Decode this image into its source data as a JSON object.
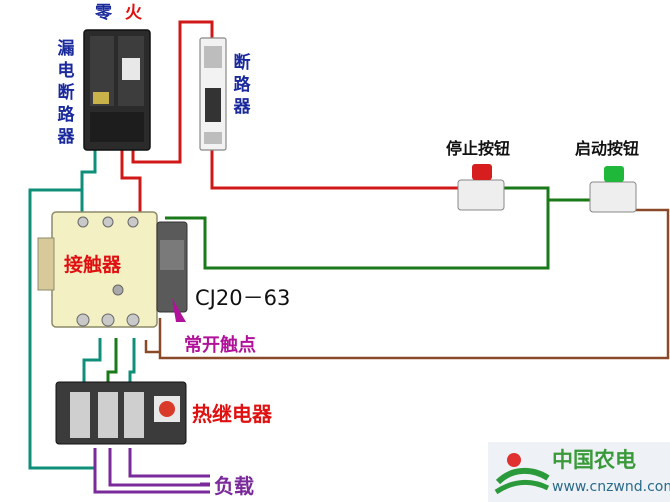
{
  "labels": {
    "neutral": "零",
    "live": "火",
    "leakage_breaker": "漏电断路器",
    "breaker": "断路器",
    "stop_button": "停止按钮",
    "start_button": "启动按钮",
    "contactor": "接触器",
    "model": "CJ20－63",
    "no_contact": "常开触点",
    "thermal_relay": "热继电器",
    "load": "负载"
  },
  "watermark": {
    "site_name": "中国农电",
    "url": "www.cnzwnd.com"
  },
  "colors": {
    "label_blue": "#1a2a9c",
    "label_red": "#e01010",
    "label_purple": "#b0129a",
    "wire_red": "#d01818",
    "wire_green": "#1a7a1a",
    "wire_teal": "#0f8f7a",
    "wire_brown": "#8a4a2a",
    "wire_purple": "#7a2a9a"
  }
}
